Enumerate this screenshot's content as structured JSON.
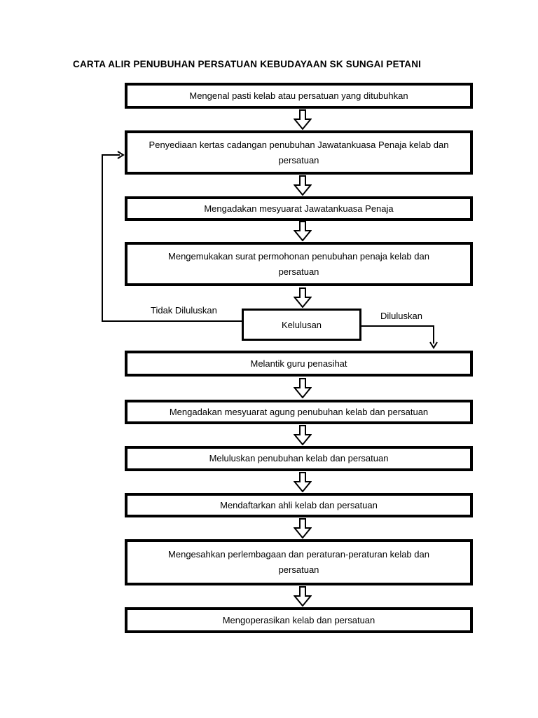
{
  "page": {
    "title": "CARTA ALIR PENUBUHAN PERSATUAN KEBUDAYAAN SK SUNGAI PETANI"
  },
  "flowchart": {
    "steps": [
      {
        "lines": [
          "Mengenal pasti kelab atau persatuan yang ditubuhkan"
        ]
      },
      {
        "lines": [
          "Penyediaan kertas cadangan penubuhan Jawatankuasa Penaja kelab dan",
          "persatuan"
        ]
      },
      {
        "lines": [
          "Mengadakan mesyuarat Jawatankuasa Penaja"
        ]
      },
      {
        "lines": [
          "Mengemukakan surat permohonan penubuhan penaja kelab dan",
          "persatuan"
        ]
      },
      {
        "lines": [
          "Melantik guru penasihat"
        ]
      },
      {
        "lines": [
          "Mengadakan mesyuarat agung penubuhan kelab dan persatuan"
        ]
      },
      {
        "lines": [
          "Meluluskan penubuhan kelab dan persatuan"
        ]
      },
      {
        "lines": [
          "Mendaftarkan ahli kelab dan persatuan"
        ]
      },
      {
        "lines": [
          "Mengesahkan perlembagaan dan peraturan-peraturan kelab dan",
          "persatuan"
        ]
      },
      {
        "lines": [
          "Mengoperasikan kelab dan persatuan"
        ]
      }
    ],
    "decision": {
      "label": "Kelulusan",
      "no_label": "Tidak Diluluskan",
      "yes_label": "Diluluskan"
    },
    "colors": {
      "ink": "#000000",
      "paper": "#ffffff"
    }
  }
}
